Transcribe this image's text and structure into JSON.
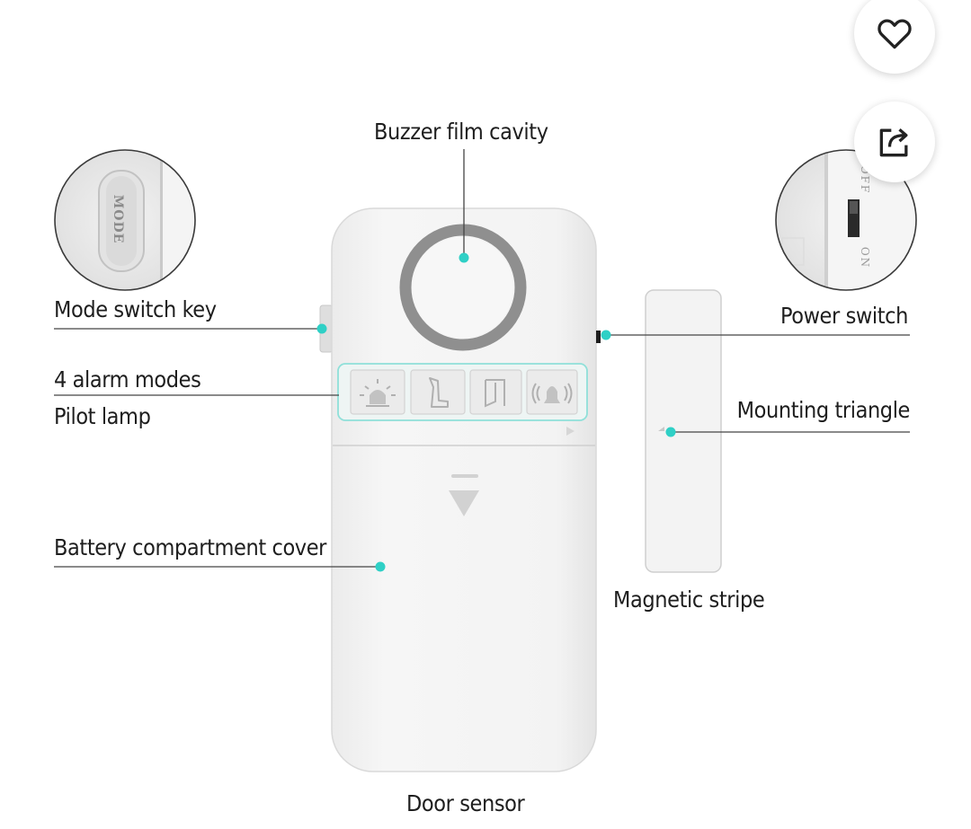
{
  "labels": {
    "buzzer": "Buzzer film cavity",
    "mode_key": "Mode switch key",
    "alarm_modes": "4 alarm modes",
    "pilot_lamp": "Pilot lamp",
    "battery_cover": "Battery compartment cover",
    "power_switch": "Power switch",
    "mounting_triangle": "Mounting triangle",
    "magnetic_stripe": "Magnetic stripe",
    "door_sensor": "Door sensor"
  },
  "device_text": {
    "mode_key_text": "MODE",
    "switch_off": "OFF",
    "switch_on": "ON"
  },
  "icons": {
    "favorite": "heart-icon",
    "share": "share-icon",
    "modes": [
      "siren-icon",
      "leg-icon",
      "door-icon",
      "bell-icon"
    ]
  },
  "colors": {
    "accent": "#2fd0c6",
    "device": "#f1f1f1",
    "leader": "#444444"
  }
}
